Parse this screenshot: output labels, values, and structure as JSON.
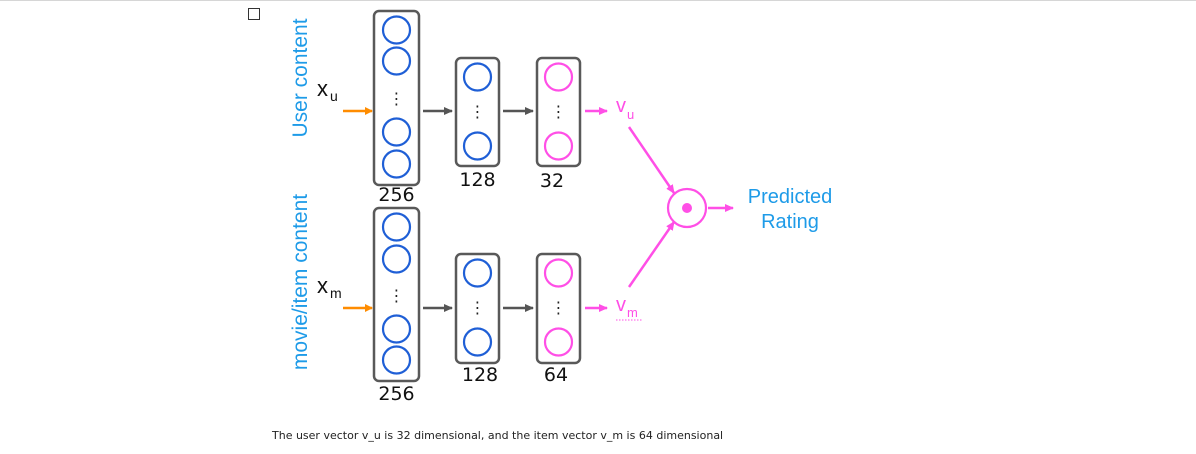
{
  "caption": "The user vector v_u is 32 dimensional, and the item vector v_m is 64 dimensional",
  "diagram": {
    "user_content_label": "User content",
    "item_content_label": "movie/item content",
    "x_u": {
      "base": "x",
      "sub": "u"
    },
    "x_m": {
      "base": "x",
      "sub": "m"
    },
    "v_u": {
      "base": "v",
      "sub": "u"
    },
    "v_m": {
      "base": "v",
      "sub": "m"
    },
    "ellipsis": "⋮",
    "user_layers": [
      "256",
      "128",
      "32"
    ],
    "item_layers": [
      "256",
      "128",
      "64"
    ],
    "output_label_line1": "Predicted",
    "output_label_line2": "Rating"
  },
  "colors": {
    "blue_neuron": "#1f5fd6",
    "pink_neuron": "#ff4fe6",
    "label_blue": "#1e9be8",
    "input_arrow": "#ff8c00",
    "connector_arrow": "#555555",
    "magenta": "#ff4fe6",
    "box_border": "#595959"
  }
}
